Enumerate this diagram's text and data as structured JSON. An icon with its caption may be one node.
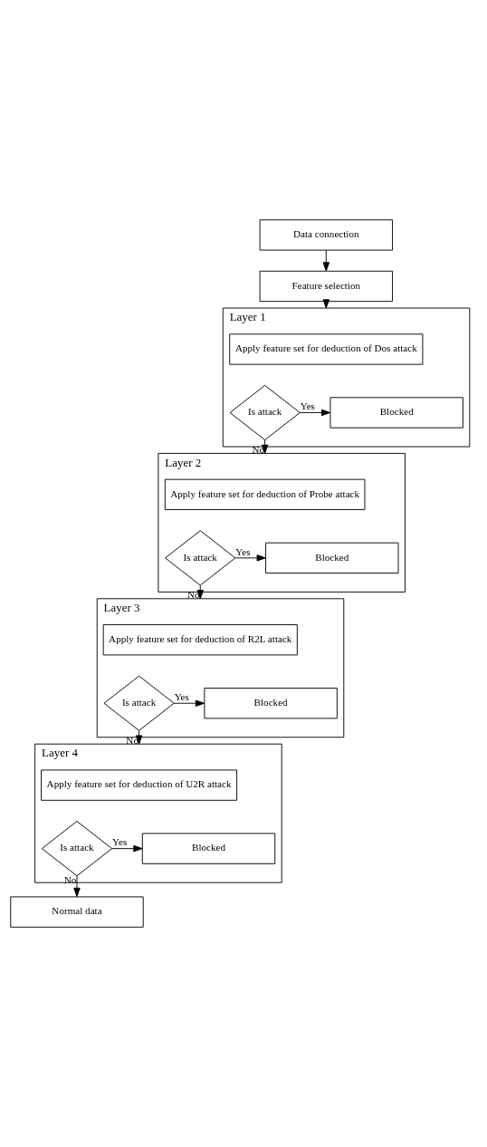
{
  "diagram": {
    "nodes": [
      {
        "text": [
          "Data connection"
        ]
      },
      {
        "text": [
          "Feature selection"
        ]
      },
      {
        "text": [
          "Layer 1"
        ]
      },
      {
        "text": [
          "Apply feature set for deduction of Dos attack"
        ],
        "in": 2
      },
      {
        "text": [
          "Is attack"
        ],
        "in": 2
      },
      {
        "text": [
          "Blocked"
        ],
        "in": 2
      },
      {
        "text": [
          "Layer 2"
        ]
      },
      {
        "text": [
          "Apply feature set for deduction of Probe attack"
        ],
        "in": 6
      },
      {
        "text": [
          "Is attack"
        ],
        "in": 6
      },
      {
        "text": [
          "Blocked"
        ],
        "in": 6
      },
      {
        "text": [
          "Layer 3"
        ]
      },
      {
        "text": [
          "Apply feature set for deduction of R2L attack"
        ],
        "in": 10
      },
      {
        "text": [
          "Is attack"
        ],
        "in": 10
      },
      {
        "text": [
          "Blocked"
        ],
        "in": 10
      },
      {
        "text": [
          "Layer 4"
        ]
      },
      {
        "text": [
          "Apply feature set for deduction of U2R attack"
        ],
        "in": 14
      },
      {
        "text": [
          "Is attack"
        ],
        "in": 14
      },
      {
        "text": [
          "Blocked"
        ],
        "in": 14
      },
      {
        "text": [
          "Normal data"
        ]
      }
    ],
    "edges": [
      {
        "from": 0,
        "to": 1,
        "arrow": "to"
      },
      {
        "from": 1,
        "to": 2,
        "arrow": "to"
      },
      {
        "from": 4,
        "to": 5,
        "arrow": "to",
        "label": "Yes"
      },
      {
        "from": 4,
        "to": 6,
        "arrow": "to",
        "label": "No"
      },
      {
        "from": 8,
        "to": 9,
        "arrow": "to",
        "label": "Yes"
      },
      {
        "from": 8,
        "to": 10,
        "arrow": "to",
        "label": "No"
      },
      {
        "from": 12,
        "to": 13,
        "arrow": "to",
        "label": "Yes"
      },
      {
        "from": 12,
        "to": 14,
        "arrow": "to",
        "label": "No"
      },
      {
        "from": 16,
        "to": 17,
        "arrow": "to",
        "label": "Yes"
      },
      {
        "from": 16,
        "to": 18,
        "arrow": "to",
        "label": "No"
      }
    ]
  }
}
